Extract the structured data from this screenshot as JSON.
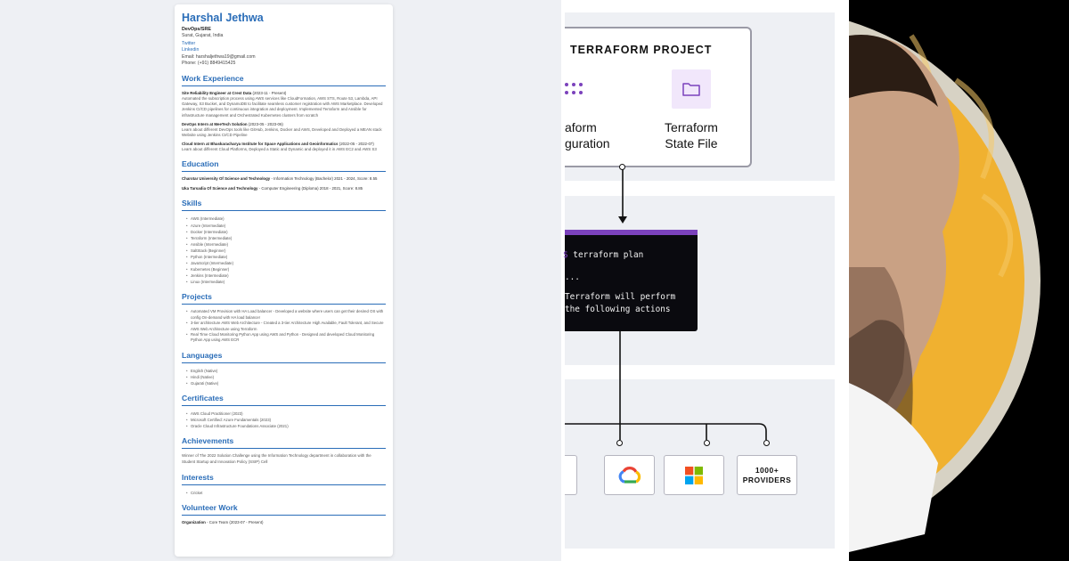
{
  "resume": {
    "name": "Harshal Jethwa",
    "role": "DevOps/SRE",
    "location": "Surat, Gujarat, India",
    "links": [
      "Twitter",
      "Linkedin"
    ],
    "email": "Email: harshaljethwa19@gmail.com",
    "phone": "Phone: (+91) 8849415425",
    "sections": {
      "work": "Work Experience",
      "education": "Education",
      "skills": "Skills",
      "projects": "Projects",
      "languages": "Languages",
      "certificates": "Certificates",
      "achievements": "Achievements",
      "interests": "Interests",
      "volunteer": "Volunteer Work"
    },
    "jobs": [
      {
        "title": "Site Reliability Engineer at Crest Data",
        "dates": " (2023-11 - Present)",
        "desc": "Automated the subscription process using AWS services like CloudFormation, AWS STS, Route 53, Lambda, API Gateway, S3 Bucket, and DynamoDB to facilitate seamless customer registration with AWS Marketplace. Developed Jenkins CI/CD pipelines for continuous integration and deployment. Implemented Terraform and Ansible for infrastructure management and Orchestrated Kubernetes clusters from scratch"
      },
      {
        "title": "DevOps Intern at MeeTech Solution",
        "dates": " (2023-05 - 2023-06)",
        "desc": "Learn about different DevOps tools like GitHub, Jenkins, Docker and AWS, Developed and Deployed a MEAN stack Website using Jenkins CI/CD Pipeline"
      },
      {
        "title": "Cloud Intern at Bhaskaracharya Institute for Space Applications and Geoinformatics",
        "dates": " (2022-05 - 2022-07)",
        "desc": "Learn about different Cloud Platforms, Deployed a Static and Dynamic and deployed it in AWS EC2 and AWS S3"
      }
    ],
    "education": [
      {
        "school": "Charotar University Of Science and Technology",
        "detail": " - Information Technology (Bachelor) 2021 - 2024, Score: 8.55"
      },
      {
        "school": "Uka Tarsadia Of Science and Technology",
        "detail": " - Computer Engineering (Diploma) 2018 - 2021, Score: 8.85"
      }
    ],
    "skills": [
      "AWS (Intermediate)",
      "Azure (Intermediate)",
      "Docker (Intermediate)",
      "Terraform (Intermediate)",
      "Ansible (Intermediate)",
      "SaltStack (Beginner)",
      "Python (Intermediate)",
      "JavaScript (Intermediate)",
      "Kubernetes (Beginner)",
      "Jenkins (Intermediate)",
      "Linux (Intermediate)"
    ],
    "projects": [
      "Automated VM Provision with HA Load balancer - Developed a website where users can get their desired OS with config On-demand with HA load balancer",
      "3-tier architecture AWS Web Architecture - Created a 3-tier Architecture High Available, Fault Tolerant, and Secure AWS Web Architecture using Terraform",
      "Real Time Cloud Monitoring Python App using AWS and Python - Designed and developed Cloud Monitoring Python App using AWS ECR"
    ],
    "languages": [
      "English (Native)",
      "Hindi (Native)",
      "Gujarati (Native)"
    ],
    "certificates": [
      "AWS Cloud Practitioner (2023)",
      "Microsoft Certified: Azure Fundamentals (2023)",
      "Oracle Cloud Infrastructure Foundations Associate (2021)"
    ],
    "achievements": "Winner of The 2022 Solution Challenge using the Information Technology department in collaboration with the Student Startup and Innovation Policy (SSIP) Cell",
    "interests": [
      "Cricket"
    ],
    "volunteer": {
      "org": "Organization",
      "detail": " - Core Team (2023-07 - Present)"
    }
  },
  "diagram": {
    "project_title": "TERRAFORM PROJECT",
    "config_caption": [
      "aform",
      "guration"
    ],
    "state_caption": [
      "Terraform",
      "State File"
    ],
    "terminal": [
      {
        "text": "$ terraform plan",
        "accent": true
      },
      {
        "text": "...",
        "accent": false
      },
      {
        "text": "Terraform will perform",
        "accent": false
      },
      {
        "text": "the following actions",
        "accent": false
      }
    ],
    "providers_label": [
      "1000+",
      "PROVIDERS"
    ],
    "icons": [
      "folder-icon",
      "google-cloud-icon",
      "microsoft-icon"
    ],
    "colors": {
      "accent": "#7b42bc",
      "terminal_bg": "#0a0a0f",
      "band": "#eef0f4"
    }
  },
  "photo": {
    "colors": {
      "ring": "#d7d2c4",
      "background": "#f0b130"
    }
  },
  "resume_colors": {
    "heading": "#2a6db8"
  }
}
